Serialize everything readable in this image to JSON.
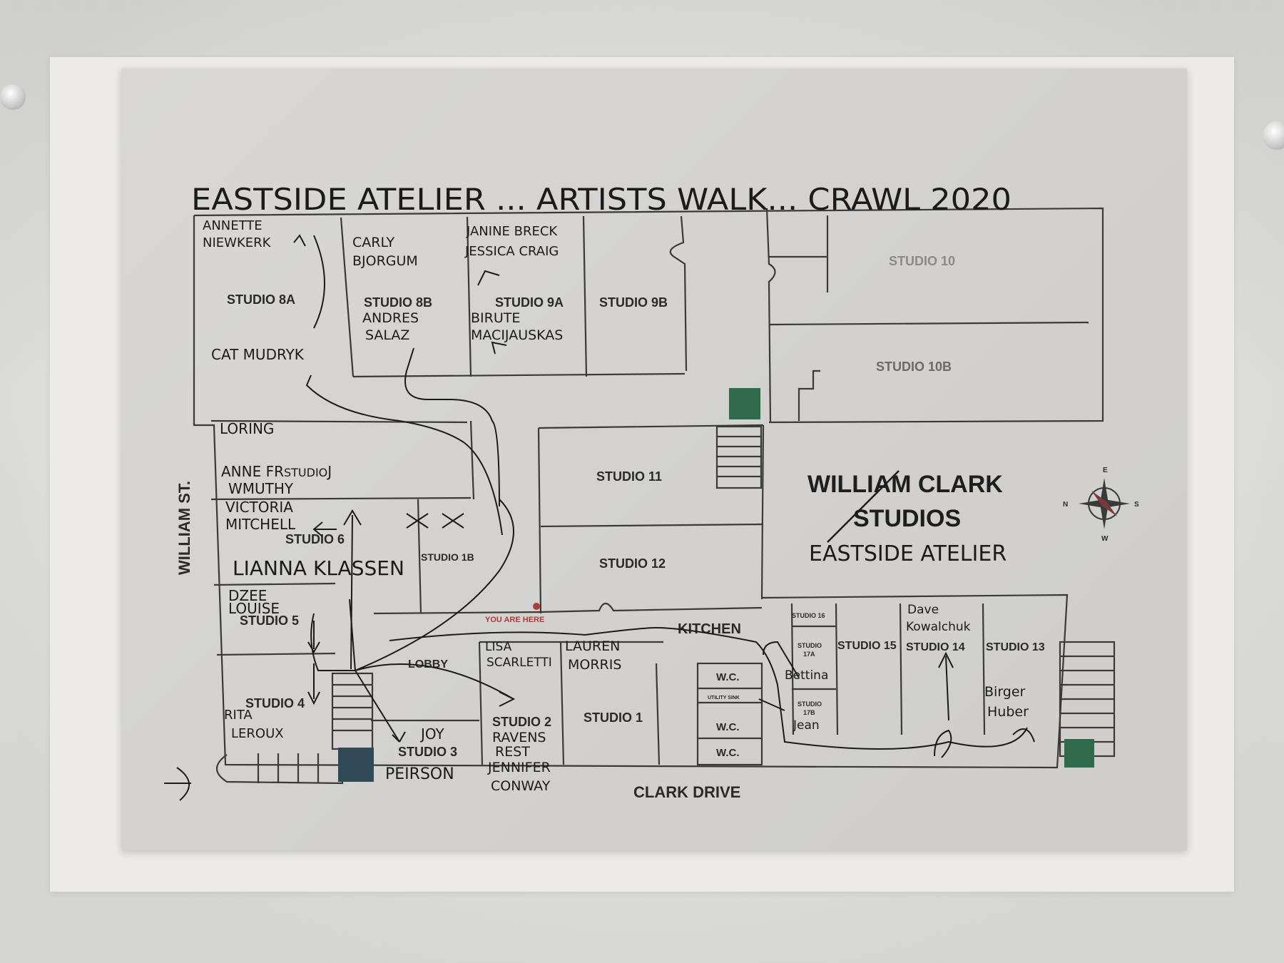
{
  "title": "EASTSIDE ATELIER ... ARTISTS WALK... CRAWL 2020",
  "streets": {
    "west": "WILLIAM ST.",
    "south": "CLARK DRIVE"
  },
  "building": {
    "name_line1": "WILLIAM CLARK",
    "name_line2": "STUDIOS",
    "rename": "EASTSIDE ATELIER"
  },
  "rooms": {
    "studio_8a": "STUDIO 8A",
    "studio_8b": "STUDIO 8B",
    "studio_9a": "STUDIO 9A",
    "studio_9b": "STUDIO 9B",
    "studio_10": "STUDIO 10",
    "studio_10b": "STUDIO 10B",
    "studio_11": "STUDIO 11",
    "studio_12": "STUDIO 12",
    "studio_6": "STUDIO 6",
    "studio_1b": "STUDIO 1B",
    "studio_5": "STUDIO 5",
    "studio_4": "STUDIO 4",
    "studio_3": "STUDIO 3",
    "studio_2": "STUDIO 2",
    "studio_1": "STUDIO 1",
    "studio_16": "STUDIO 16",
    "studio_17a_l1": "STUDIO",
    "studio_17a_l2": "17A",
    "studio_17b_l1": "STUDIO",
    "studio_17b_l2": "17B",
    "studio_15": "STUDIO 15",
    "studio_14": "STUDIO 14",
    "studio_13": "STUDIO 13",
    "studio_7_prefix": "STUDIO",
    "lobby": "LOBBY",
    "kitchen": "KITCHEN",
    "wc": "W.C.",
    "utility": "UTILITY SINK",
    "you_are_here": "YOU ARE HERE"
  },
  "artists": {
    "annette_l1": "ANNETTE",
    "annette_l2": "NIEWKERK",
    "carly_l1": "CARLY",
    "carly_l2": "BJORGUM",
    "janine": "JANINE BRECK",
    "jessica": "JESSICA CRAIG",
    "andres_l1": "ANDRES",
    "andres_l2": "SALAZ",
    "birute_l1": "BIRUTE",
    "birute_l2": "MACIJAUSKAS",
    "cat": "CAT MUDRYK",
    "loring": "LORING",
    "anne_prefix": "ANNE FR",
    "anne_suffix": "J",
    "wmuthy": "WMUTHY",
    "victoria_l1": "VICTORIA",
    "victoria_l2": "MITCHELL",
    "lianna": "LIANNA KLASSEN",
    "dzee_l1": "DZEE",
    "dzee_l2": "LOUISE",
    "rita_l1": "RITA",
    "rita_l2": "LEROUX",
    "joy_l1": "JOY",
    "joy_l2": "PEIRSON",
    "ravens_l1": "RAVENS",
    "ravens_l2": "REST",
    "jennifer_l1": "JENNIFER",
    "jennifer_l2": "CONWAY",
    "lisa_l1": "LISA",
    "lisa_l2": "SCARLETTI",
    "lauren_l1": "LAUREN",
    "lauren_l2": "MORRIS",
    "dave_l1": "Dave",
    "dave_l2": "Kowalchuk",
    "bettina": "Bettina",
    "jean": "Jean",
    "birger_l1": "Birger",
    "birger_l2": "Huber"
  },
  "compass": {
    "n": "N",
    "e": "E",
    "w": "W",
    "s": "S"
  },
  "colors": {
    "ink": "#1b1b1b",
    "wall": "#3a3a3a",
    "exit_sign": "#2f6b4a",
    "you_are_here": "#b03a3a"
  }
}
